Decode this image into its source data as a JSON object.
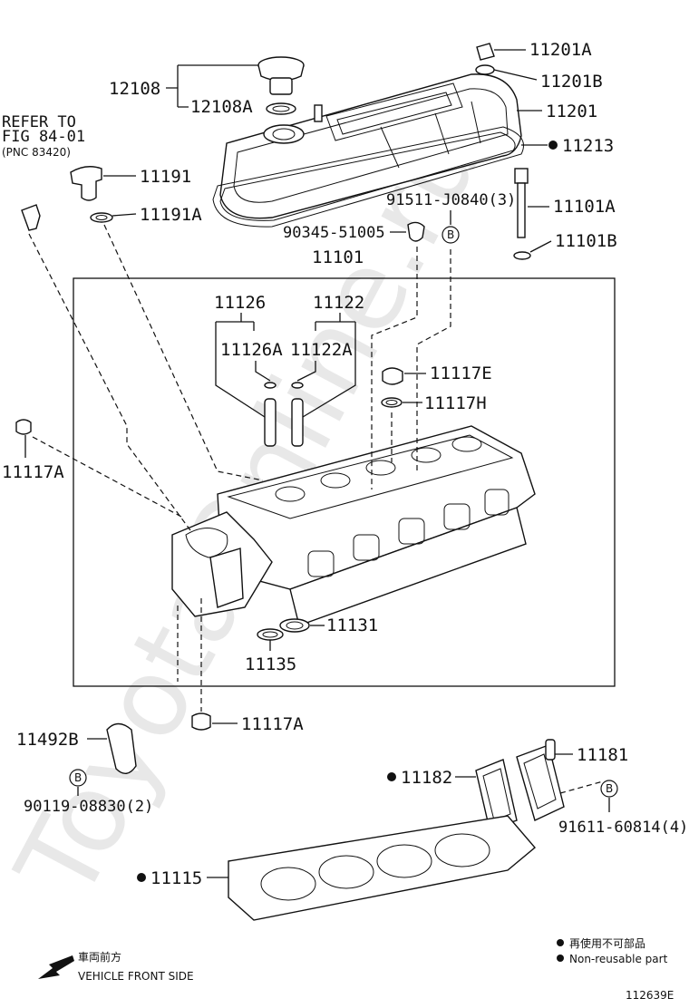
{
  "watermark": "ToyotaOnline.ru",
  "refer": {
    "line1": "REFER TO",
    "line2": "FIG 84-01",
    "line3": "(PNC 83420)"
  },
  "labels": {
    "p12108": "12108",
    "p12108A": "12108A",
    "p11201A": "11201A",
    "p11201B": "11201B",
    "p11201": "11201",
    "p11213": "11213",
    "p11191": "11191",
    "p11191A": "11191A",
    "p91511": "91511-J0840(3)",
    "p11101A": "11101A",
    "p90345": "90345-51005",
    "p11101B": "11101B",
    "p11101": "11101",
    "p11126": "11126",
    "p11122": "11122",
    "p11126A": "11126A",
    "p11122A": "11122A",
    "p11117E": "11117E",
    "p11117H": "11117H",
    "p11117A_left": "11117A",
    "p11131": "11131",
    "p11135": "11135",
    "p11117A_bottom": "11117A",
    "p11492B": "11492B",
    "p90119": "90119-08830(2)",
    "p11182": "11182",
    "p11181": "11181",
    "p91611": "91611-60814(4)",
    "p11115": "11115",
    "b_symbol": "B"
  },
  "legend": {
    "jp_nonreusable": "再使用不可部品",
    "en_nonreusable": "Non-reusable part",
    "jp_front": "車両前方",
    "en_front": "VEHICLE FRONT SIDE"
  },
  "figure_number": "112639E"
}
